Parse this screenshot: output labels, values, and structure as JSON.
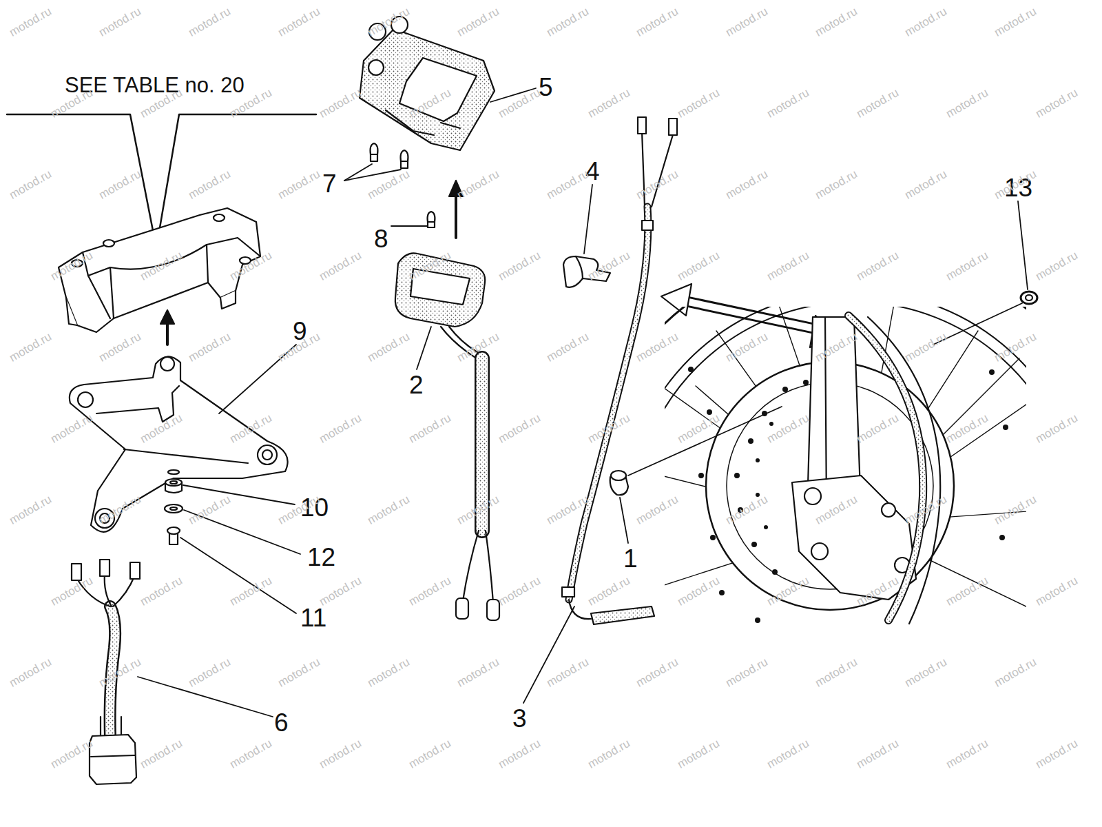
{
  "diagram": {
    "labels": [
      "SEE TABLE no. 20",
      "5",
      "7",
      "8",
      "4",
      "13",
      "9",
      "2",
      "10",
      "1",
      "12",
      "11",
      "3",
      "6",
      "motod.ru",
      "motod.ru",
      "motod.ru",
      "motod.ru",
      "motod.ru",
      "motod.ru",
      "motod.ru",
      "motod.ru",
      "motod.ru",
      "motod.ru",
      "motod.ru",
      "motod.ru",
      "motod.ru",
      "motod.ru",
      "motod.ru",
      "motod.ru",
      "motod.ru",
      "motod.ru",
      "motod.ru",
      "motod.ru",
      "motod.ru",
      "motod.ru",
      "motod.ru",
      "motod.ru",
      "motod.ru",
      "motod.ru",
      "motod.ru",
      "motod.ru",
      "motod.ru",
      "motod.ru",
      "motod.ru",
      "motod.ru",
      "motod.ru",
      "motod.ru",
      "motod.ru",
      "motod.ru",
      "motod.ru",
      "motod.ru",
      "motod.ru",
      "motod.ru",
      "motod.ru",
      "motod.ru",
      "motod.ru",
      "motod.ru",
      "motod.ru",
      "motod.ru",
      "motod.ru",
      "motod.ru",
      "motod.ru",
      "motod.ru",
      "motod.ru",
      "motod.ru",
      "motod.ru",
      "motod.ru",
      "motod.ru",
      "motod.ru",
      "motod.ru",
      "motod.ru",
      "motod.ru",
      "motod.ru",
      "motod.ru",
      "motod.ru",
      "motod.ru",
      "motod.ru",
      "motod.ru",
      "motod.ru",
      "motod.ru",
      "motod.ru",
      "motod.ru",
      "motod.ru",
      "motod.ru",
      "motod.ru",
      "motod.ru",
      "motod.ru",
      "motod.ru",
      "motod.ru",
      "motod.ru",
      "motod.ru",
      "motod.ru",
      "motod.ru",
      "motod.ru",
      "motod.ru",
      "motod.ru",
      "motod.ru",
      "motod.ru",
      "motod.ru",
      "motod.ru",
      "motod.ru",
      "motod.ru",
      "motod.ru",
      "motod.ru",
      "motod.ru",
      "motod.ru",
      "motod.ru",
      "motod.ru",
      "motod.ru",
      "motod.ru",
      "motod.ru",
      "motod.ru",
      "motod.ru",
      "motod.ru",
      "motod.ru",
      "motod.ru",
      "motod.ru",
      "motod.ru",
      "motod.ru",
      "motod.ru",
      "motod.ru",
      "motod.ru",
      "motod.ru",
      "motod.ru",
      "motod.ru",
      "motod.ru",
      "motod.ru",
      "motod.ru",
      "motod.ru",
      "motod.ru",
      "motod.ru",
      "motod.ru",
      "motod.ru"
    ]
  }
}
